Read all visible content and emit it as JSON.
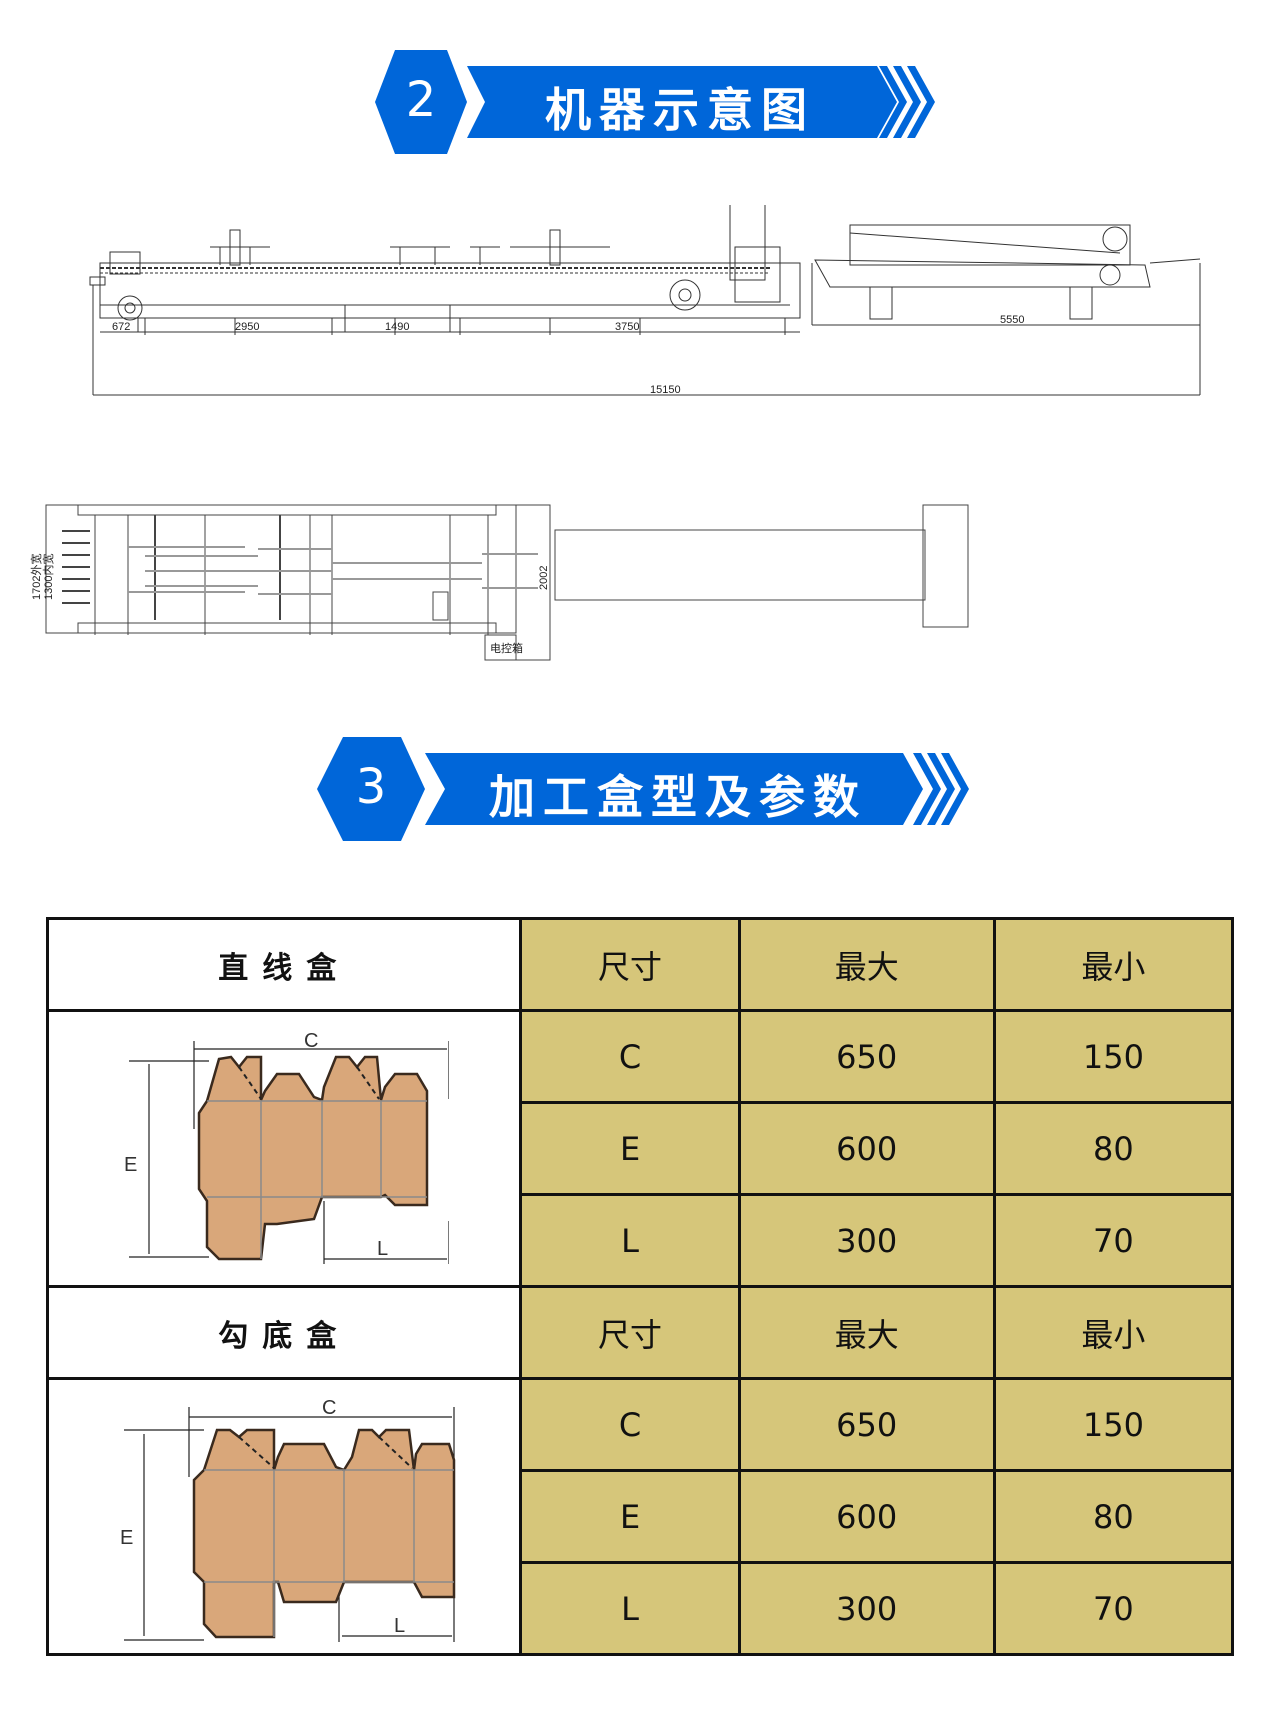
{
  "sections": [
    {
      "number": "2",
      "title": "机器示意图"
    },
    {
      "number": "3",
      "title": "加工盒型及参数"
    }
  ],
  "side_view": {
    "segments": [
      "672",
      "2950",
      "1490",
      "3750"
    ],
    "conveyor_length": "5550",
    "total_length": "15150"
  },
  "top_view": {
    "outer_width": "1702外宽",
    "inner_width": "1300内宽",
    "width": "2002",
    "control_box": "电控箱"
  },
  "colors": {
    "banner_blue": "#0066D9",
    "table_fill": "#D6C67A",
    "carton_fill": "#D9A77A",
    "carton_stroke": "#3A2A1E"
  },
  "tables": [
    {
      "box_type": "直线盒",
      "header": [
        "尺寸",
        "最大",
        "最小"
      ],
      "rows": [
        {
          "dim": "C",
          "max": "650",
          "min": "150"
        },
        {
          "dim": "E",
          "max": "600",
          "min": "80"
        },
        {
          "dim": "L",
          "max": "300",
          "min": "70"
        }
      ],
      "diagram_labels": {
        "c": "C",
        "e": "E",
        "l": "L"
      }
    },
    {
      "box_type": "勾底盒",
      "header": [
        "尺寸",
        "最大",
        "最小"
      ],
      "rows": [
        {
          "dim": "C",
          "max": "650",
          "min": "150"
        },
        {
          "dim": "E",
          "max": "600",
          "min": "80"
        },
        {
          "dim": "L",
          "max": "300",
          "min": "70"
        }
      ],
      "diagram_labels": {
        "c": "C",
        "e": "E",
        "l": "L"
      }
    }
  ]
}
